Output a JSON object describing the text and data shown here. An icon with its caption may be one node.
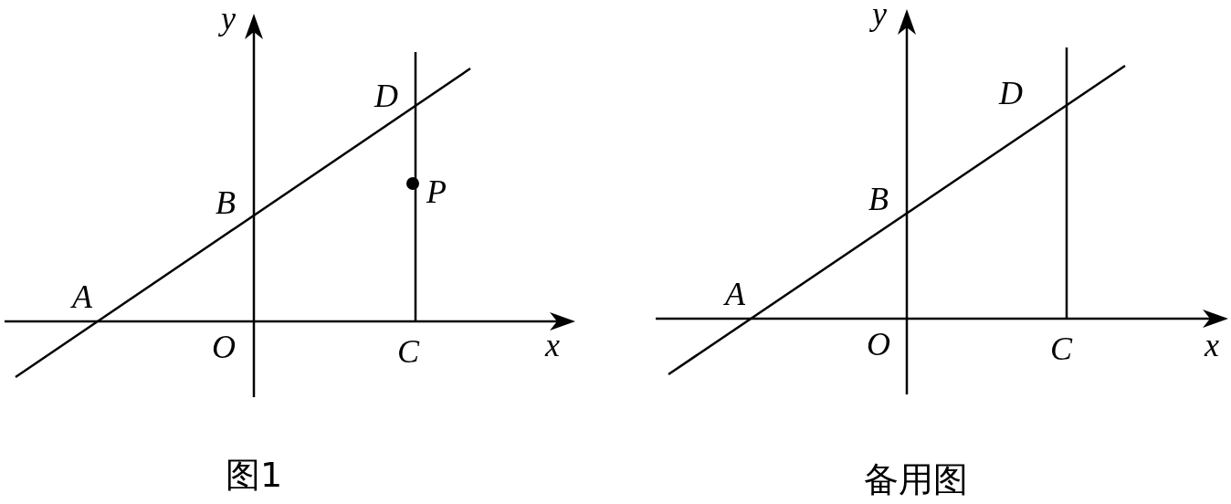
{
  "diagram": {
    "labels": [
      "y",
      "D",
      "B",
      "P",
      "A",
      "O",
      "C",
      "x",
      "图1",
      "y",
      "D",
      "B",
      "A",
      "O",
      "C",
      "x",
      "备用图"
    ]
  }
}
